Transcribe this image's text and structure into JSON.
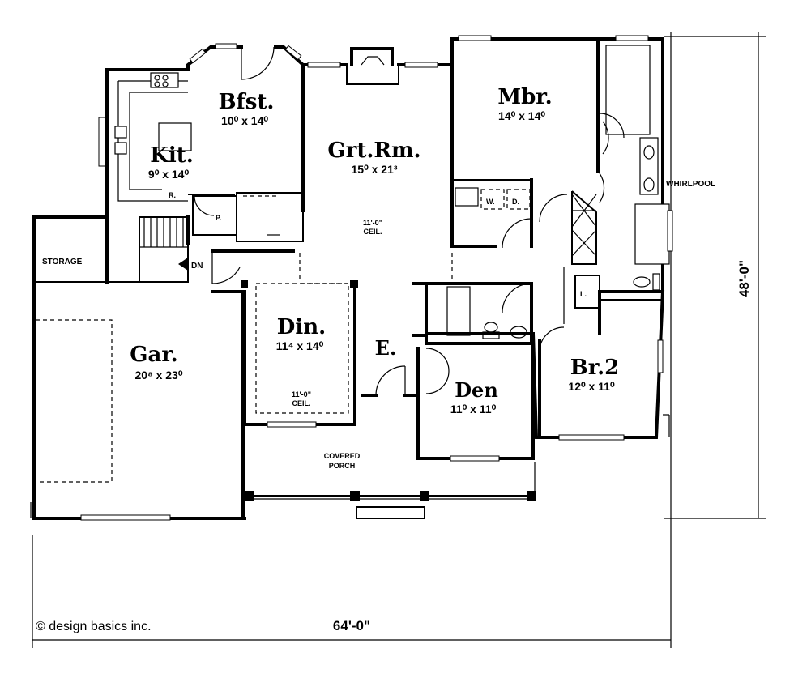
{
  "rooms": {
    "bfst": {
      "name": "Bfst.",
      "dims": "10⁰ x 14⁰"
    },
    "kit": {
      "name": "Kit.",
      "dims": "9⁰ x 14⁰"
    },
    "grtrm": {
      "name": "Grt.Rm.",
      "dims": "15⁰ x 21³"
    },
    "mbr": {
      "name": "Mbr.",
      "dims": "14⁰ x 14⁰"
    },
    "din": {
      "name": "Din.",
      "dims": "11⁴ x 14⁰"
    },
    "gar": {
      "name": "Gar.",
      "dims": "20⁸ x 23⁰"
    },
    "den": {
      "name": "Den",
      "dims": "11⁰ x 11⁰"
    },
    "br2": {
      "name": "Br.2",
      "dims": "12⁰ x 11⁰"
    },
    "entry": {
      "name": "E."
    }
  },
  "labels": {
    "storage": "STORAGE",
    "whirlpool": "WHIRLPOOL",
    "covered_porch_1": "COVERED",
    "covered_porch_2": "PORCH",
    "grt_ceiling_1": "11'-0\"",
    "grt_ceiling_2": "CEIL.",
    "din_ceiling_1": "11'-0\"",
    "din_ceiling_2": "CEIL.",
    "down": "DN",
    "range": "R.",
    "pantry": "P.",
    "washer": "W.",
    "dryer": "D.",
    "linen": "L."
  },
  "dimensions": {
    "width": "64'-0\"",
    "depth": "48'-0\""
  },
  "copyright": "© design basics inc."
}
